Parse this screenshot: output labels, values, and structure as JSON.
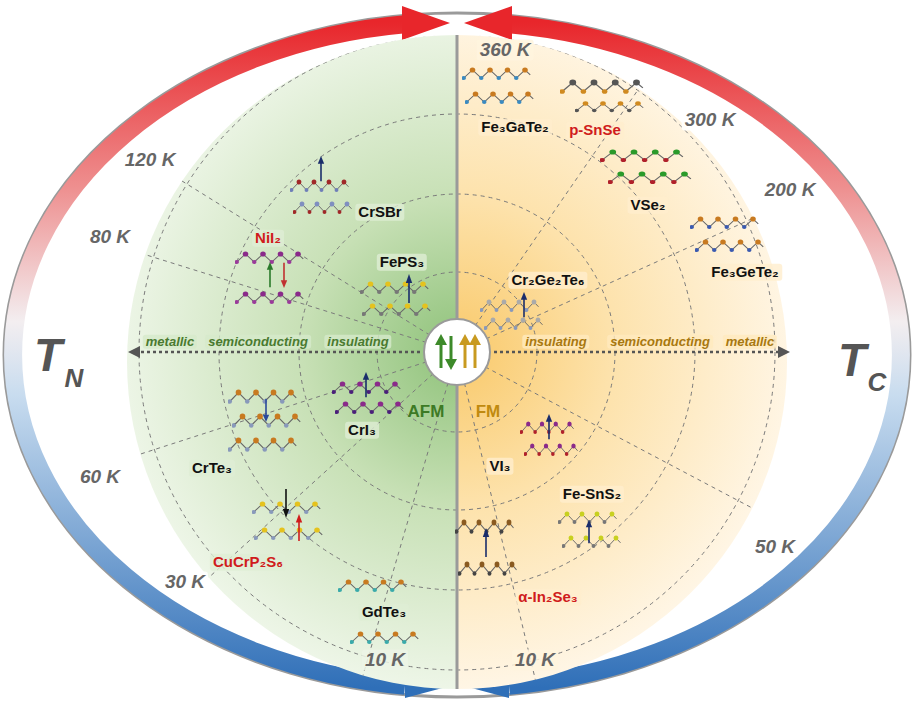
{
  "diagram": {
    "labels": [
      "T",
      "N",
      "120 K",
      "80 K",
      "60 K",
      "30 K",
      "10 K",
      "metallic",
      "semiconducting",
      "insulating",
      "AFM",
      "CrSBr",
      "NiI₂",
      "FePS₃",
      "CrI₃",
      "CrTe₃",
      "CuCrP₂S₆",
      "GdTe₃",
      "360 K",
      "300 K",
      "200 K",
      "50 K",
      "10 K",
      "insulating",
      "semiconducting",
      "metallic",
      "FM",
      "Fe₃GaTe₂",
      "p-SnSe",
      "VSe₂",
      "Fe₃GeTe₂",
      "Cr₂Ge₂Te₆",
      "VI₃",
      "Fe-SnS₂",
      "α-In₂Se₃",
      "T",
      "C"
    ]
  }
}
